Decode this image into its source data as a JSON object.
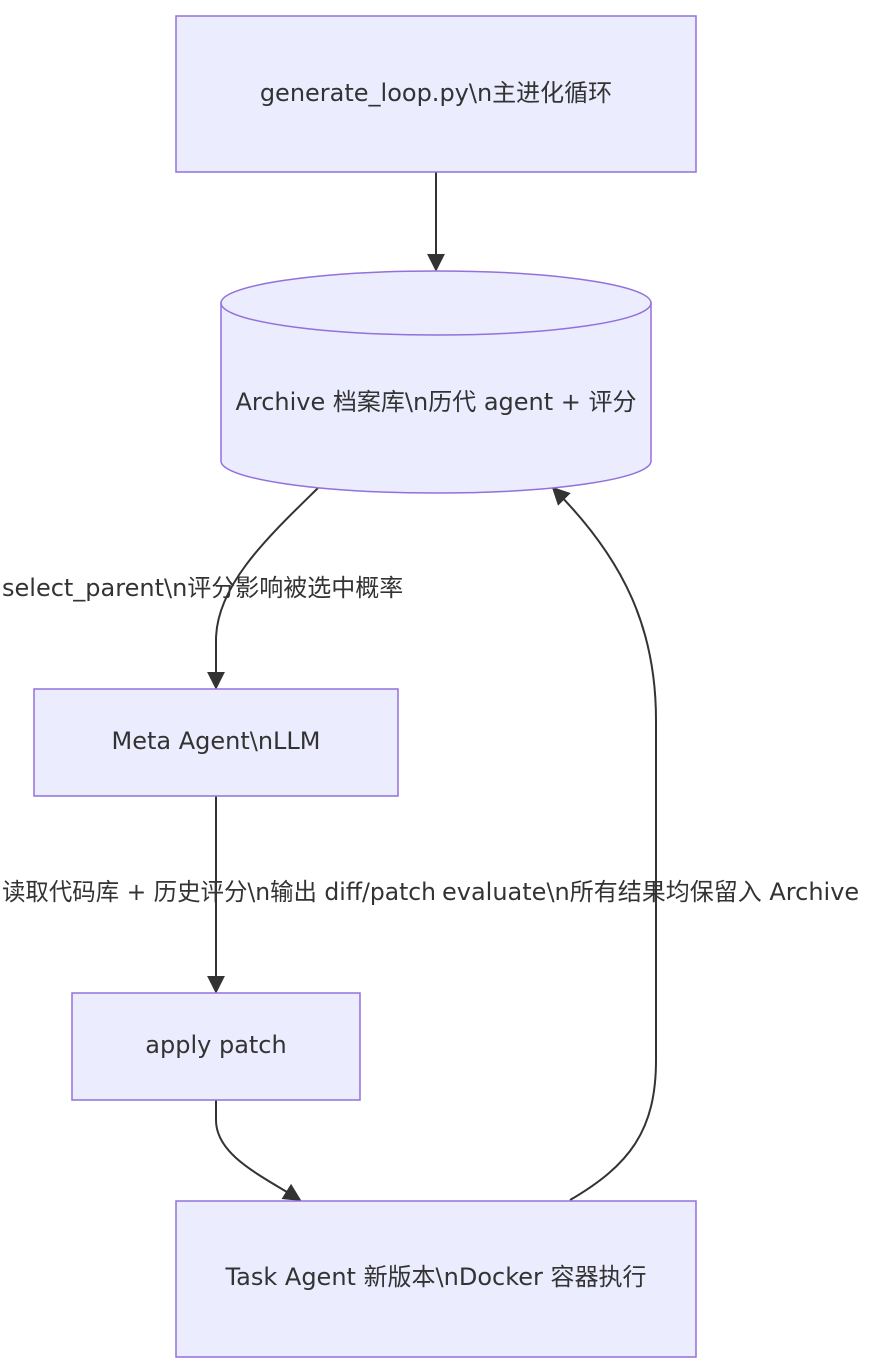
{
  "nodes": {
    "generate_loop": "generate_loop.py\\n主进化循环",
    "archive": "Archive 档案库\\n历代 agent + 评分",
    "meta_agent": "Meta Agent\\nLLM",
    "apply_patch": "apply patch",
    "task_agent": "Task Agent 新版本\\nDocker 容器执行"
  },
  "edges": {
    "select_parent": "select_parent\\n评分影响被选中概率",
    "read_codebase": "读取代码库 + 历史评分\\n输出 diff/patch",
    "evaluate": "evaluate\\n所有结果均保留入 Archive"
  },
  "colors": {
    "node_fill": "#ececff",
    "node_stroke": "#9370db",
    "edge": "#333333",
    "text": "#333333"
  }
}
